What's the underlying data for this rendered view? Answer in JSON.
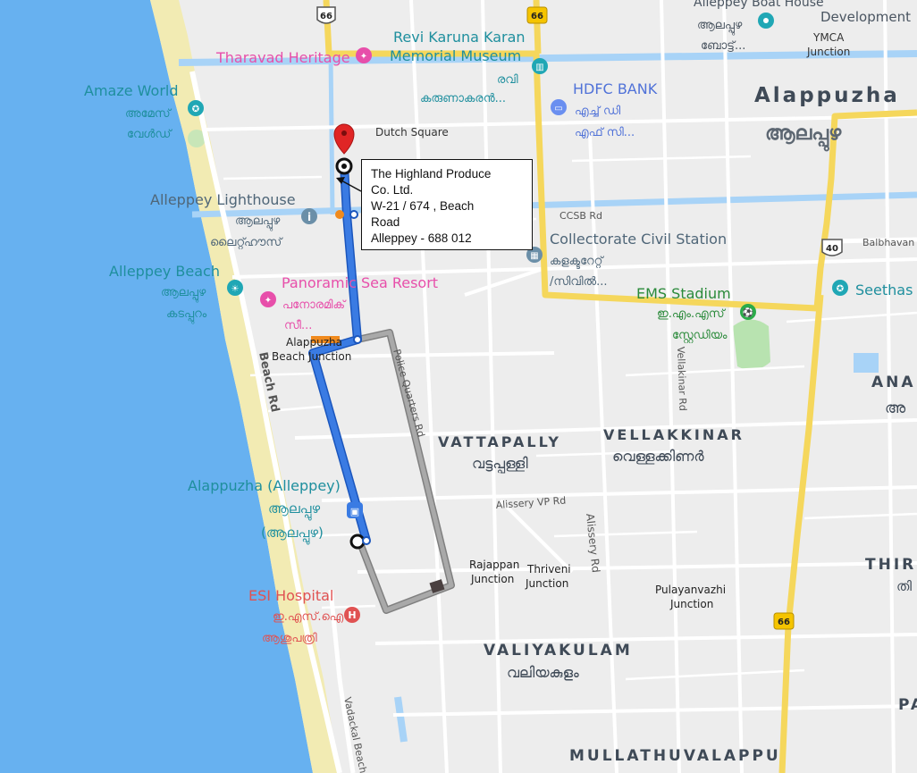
{
  "map": {
    "area_labels": {
      "alappuzha": "Alappuzha",
      "alappuzha_ml": "ആലപ്പുഴ",
      "vattapally": "VATTAPALLY",
      "vattapally_ml": "വട്ടപ്പള്ളി",
      "vellakkinar": "VELLAKKINAR",
      "vellakkinar_ml": "വെള്ളക്കിണർ",
      "valiyakulam": "VALIYAKULAM",
      "valiyakulam_ml": "വലിയകുളം",
      "mullathuvalappu": "MULLATHUVALAPPU",
      "ana": "ANA",
      "ana_ml": "അ",
      "thiru": "THIR",
      "thiru_ml": "തി",
      "pa": "PA"
    },
    "pois": {
      "boat_house": "Alleppey Boat House",
      "boat_house_ml1": "ആലപ്പുഴ",
      "boat_house_ml2": "ബോട്ട്...",
      "development": "Development",
      "ymca1": "YMCA",
      "ymca2": "Junction",
      "museum1": "Revi Karuna Karan",
      "museum2": "Memorial Museum",
      "museum_ml1": "രവി",
      "museum_ml2": "കരുണാകരൻ...",
      "tharavad": "Tharavad Heritage",
      "amaze1": "Amaze World",
      "amaze_ml1": "അമേസ്",
      "amaze_ml2": "വേൾഡ്",
      "hdfc": "HDFC BANK",
      "hdfc_ml1": "എച്ച് ഡി",
      "hdfc_ml2": "എഫ് സി...",
      "dutch_square": "Dutch Square",
      "lighthouse": "Alleppey Lighthouse",
      "lighthouse_ml1": "ആലപ്പുഴ",
      "lighthouse_ml2": "ലൈറ്റ്ഹൗസ്",
      "ccsb": "CCSB Rd",
      "collectorate": "Collectorate Civil Station",
      "collectorate_ml1": "കളക്ടറേറ്റ്",
      "collectorate_ml2": "/സിവിൽ...",
      "balbhavan": "Balbhavan",
      "beach": "Alleppey Beach",
      "beach_ml1": "ആലപ്പുഴ",
      "beach_ml2": "കടപ്പുറം",
      "panoramic": "Panoramic Sea Resort",
      "panoramic_ml1": "പനോരമിക്",
      "panoramic_ml2": "സീ...",
      "ems": "EMS Stadium",
      "ems_ml1": "ഇ.എം.എസ്",
      "ems_ml2": "സ്റ്റേഡിയം",
      "seethas": "Seethas",
      "beach_junction1": "Alappuzha",
      "beach_junction2": "Beach Junction",
      "police_quarters": "Police Quarters Rd",
      "beach_rd": "Beach Rd",
      "vellakinar_rd": "Vellakinar Rd",
      "alissery_vp": "Alissery VP Rd",
      "alissery": "Alissery Rd",
      "bus1": "Alappuzha (Alleppey)",
      "bus_ml1": "ആലപ്പുഴ",
      "bus_ml2": "(ആലപ്പുഴ)",
      "rajappan1": "Rajappan",
      "rajappan2": "Junction",
      "thriveni1": "Thriveni",
      "thriveni2": "Junction",
      "pulayanvazhi1": "Pulayanvazhi",
      "pulayanvazhi2": "Junction",
      "esi": "ESI Hospital",
      "esi_ml1": "ഇ.എസ്.ഐ",
      "esi_ml2": "ആശുപത്രി",
      "vadackal": "Vadackal Beach",
      "nh_66": "66",
      "nh_40": "40"
    },
    "info_box": {
      "line1": "The Highland Produce",
      "line2": "Co. Ltd.",
      "line3": "W-21 / 674 , Beach",
      "line4": "Road",
      "line5": "Alleppey - 688 012"
    },
    "colors": {
      "sea": "#67b1f0",
      "sand": "#f2ebb3",
      "land": "#ededed",
      "highway": "#f5d75c",
      "route": "#3a7be3",
      "alt_route": "#9a9a9a",
      "canal": "#a8d3f7",
      "marker": "#e02525"
    }
  }
}
